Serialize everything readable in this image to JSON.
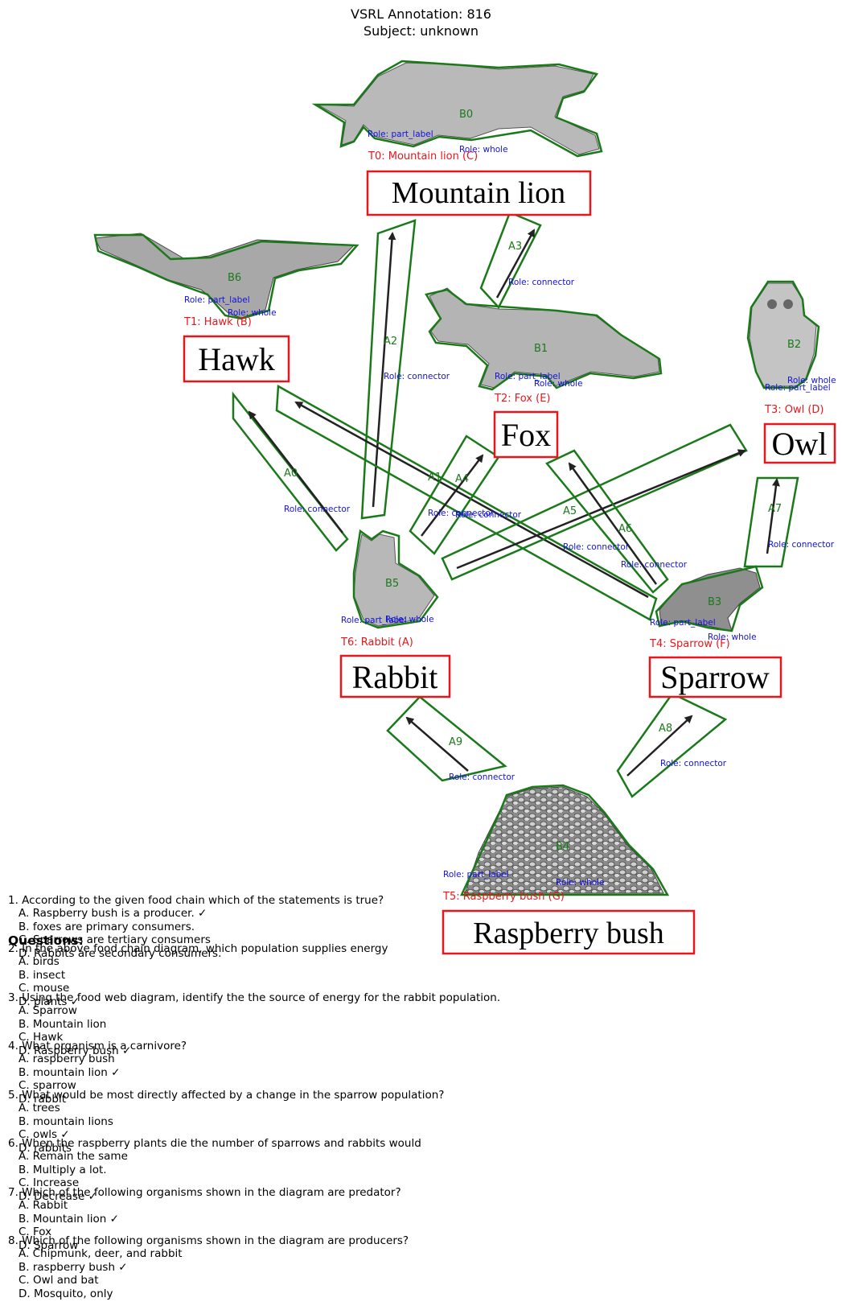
{
  "header": {
    "title_line1": "VSRL Annotation: 816",
    "title_line2": "Subject: unknown"
  },
  "colors": {
    "text_box": "#e8161b",
    "blob_outline": "#1a7a1a",
    "role_label": "#1212d8",
    "target_label": "#e8161b",
    "arrow_label": "#1a7a1a"
  },
  "organisms": [
    {
      "id": "B0",
      "text_id": "T0",
      "name": "Mountain lion",
      "letter": "C",
      "icon": "mountain-lion-silhouette"
    },
    {
      "id": "B6",
      "text_id": "T1",
      "name": "Hawk",
      "letter": "B",
      "icon": "hawk-silhouette"
    },
    {
      "id": "B1",
      "text_id": "T2",
      "name": "Fox",
      "letter": "E",
      "icon": "fox-silhouette"
    },
    {
      "id": "B2",
      "text_id": "T3",
      "name": "Owl",
      "letter": "D",
      "icon": "owl-silhouette"
    },
    {
      "id": "B5",
      "text_id": "T6",
      "name": "Rabbit",
      "letter": "A",
      "icon": "rabbit-silhouette"
    },
    {
      "id": "B3",
      "text_id": "T4",
      "name": "Sparrow",
      "letter": "F",
      "icon": "sparrow-silhouette"
    },
    {
      "id": "B4",
      "text_id": "T5",
      "name": "Raspberry bush",
      "letter": "G",
      "icon": "raspberry-bush-silhouette"
    }
  ],
  "labels": {
    "blob_b0": "B0",
    "blob_b1": "B1",
    "blob_b2": "B2",
    "blob_b3": "B3",
    "blob_b4": "B4",
    "blob_b5": "B5",
    "blob_b6": "B6",
    "t0": "T0: Mountain lion (C)",
    "t1": "T1: Hawk (B)",
    "t2": "T2: Fox (E)",
    "t3": "T3: Owl (D)",
    "t4": "T4: Sparrow (F)",
    "t5": "T5: Raspberry bush (G)",
    "t6": "T6: Rabbit (A)",
    "box_mountain_lion": "Mountain lion",
    "box_hawk": "Hawk",
    "box_fox": "Fox",
    "box_owl": "Owl",
    "box_rabbit": "Rabbit",
    "box_sparrow": "Sparrow",
    "box_raspberry": "Raspberry bush",
    "role_part_label": "Role: part_label",
    "role_whole": "Role: whole",
    "role_connector": "Role: connector",
    "a0": "A0",
    "a1": "A1",
    "a2": "A2",
    "a3": "A3",
    "a4": "A4",
    "a5": "A5",
    "a6": "A6",
    "a7": "A7",
    "a8": "A8",
    "a9": "A9"
  },
  "questions": {
    "heading": "Questions:",
    "lines": [
      "1. According to the given food chain which of the statements is true?",
      "   A. Raspberry bush is a producer. ✓",
      "   B. foxes are primary consumers.",
      "   C. Sparrows are tertiary consumers",
      "   D. Rabbits are secondary consumers.",
      "2. In the above food chain diagram, which population supplies energy",
      "   A. birds",
      "   B. insect",
      "   C. mouse",
      "   D. plants ✓",
      "3. Using the food web diagram, identify the the source of energy for the rabbit population.",
      "   A. Sparrow",
      "   B. Mountain lion",
      "   C. Hawk",
      "   D. Raspberry bush ✓",
      "4. What organism is a carnivore?",
      "   A. raspberry bush",
      "   B. mountain lion ✓",
      "   C. sparrow",
      "   D. rabbit",
      "5. What would be most directly affected by a change in the sparrow population?",
      "   A. trees",
      "   B. mountain lions",
      "   C. owls ✓",
      "   D. rabbits",
      "6. When the raspberry plants die the number of sparrows and rabbits would",
      "   A. Remain the same",
      "   B. Multiply a lot.",
      "   C. Increase",
      "   D. Decrease ✓",
      "7. Which of the following organisms shown in the diagram are predator?",
      "   A. Rabbit",
      "   B. Mountain lion ✓",
      "   C. Fox",
      "   D. Sparrow",
      "8. Which of the following organisms shown in the diagram are producers?",
      "   A. Chipmunk, deer, and rabbit",
      "   B. raspberry bush ✓",
      "   C. Owl and bat",
      "   D. Mosquito, only"
    ]
  }
}
